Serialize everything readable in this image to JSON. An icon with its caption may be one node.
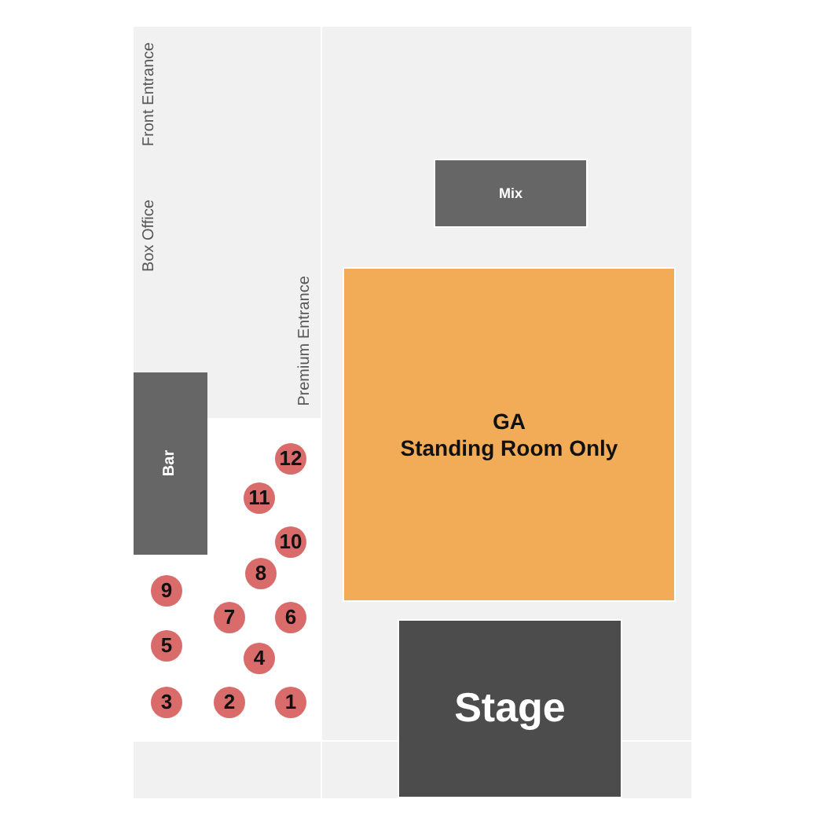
{
  "diagram": {
    "nodes": [
      {
        "text": [
          "Mix"
        ]
      },
      {
        "text": [
          "GA",
          "Standing Room Only"
        ]
      },
      {
        "text": [
          "Bar"
        ]
      },
      {
        "text": [
          "12"
        ]
      },
      {
        "text": [
          "11"
        ]
      },
      {
        "text": [
          "10"
        ]
      },
      {
        "text": [
          "8"
        ]
      },
      {
        "text": [
          "9"
        ]
      },
      {
        "text": [
          "7"
        ]
      },
      {
        "text": [
          "6"
        ]
      },
      {
        "text": [
          "5"
        ]
      },
      {
        "text": [
          "4"
        ]
      },
      {
        "text": [
          "3"
        ]
      },
      {
        "text": [
          "2"
        ]
      },
      {
        "text": [
          "1"
        ]
      },
      {
        "text": [
          "Stage"
        ]
      }
    ],
    "labels": [
      "Front Entrance",
      "Box Office",
      "Premium Entrance"
    ]
  }
}
